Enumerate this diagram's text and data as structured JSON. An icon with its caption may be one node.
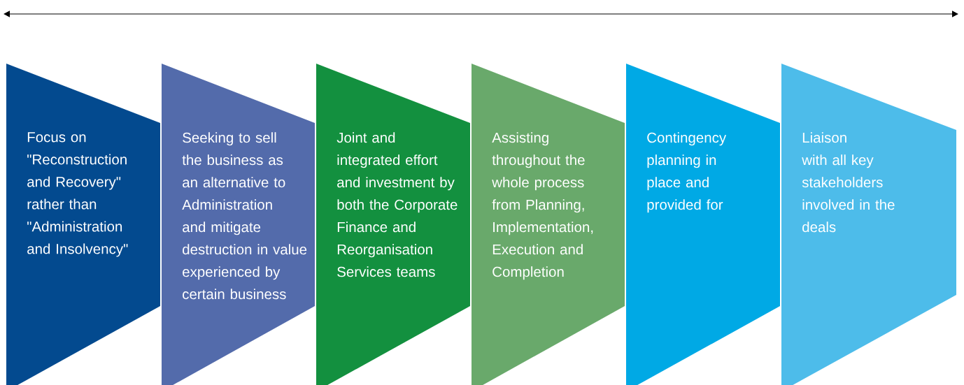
{
  "diagram": {
    "nodes": [
      {
        "text": [
          "Focus on \"Reconstruction and Recovery\" rather than \"Administration and Insolvency\""
        ]
      },
      {
        "text": [
          "Seeking to sell the business as an alternative to Administration and mitigate destruction in value experienced by certain business"
        ]
      },
      {
        "text": [
          "Joint and integrated effort and investment by both the Corporate Finance and Reorganisation Services teams"
        ]
      },
      {
        "text": [
          "Assisting throughout the whole process from Planning, Implementation, Execution and Completion"
        ]
      },
      {
        "text": [
          "Contingency planning in place and provided for"
        ]
      },
      {
        "text": [
          "Liaison",
          "with all key stakeholders involved in the deals"
        ]
      }
    ]
  }
}
